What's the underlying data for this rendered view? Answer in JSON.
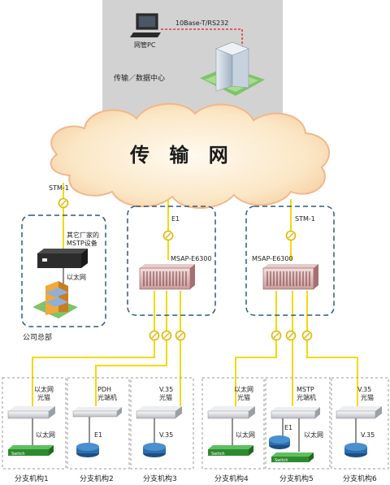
{
  "center": {
    "pc_label": "网管PC",
    "link_label": "10Base-T/RS232",
    "center_label": "传输／数据中心"
  },
  "network": {
    "cloud_label": "传 输 网"
  },
  "hq": {
    "link_label": "STM-1",
    "device_label_line1": "其它厂家的",
    "device_label_line2": "MSTP设备",
    "ethernet_label": "以太网",
    "group_label": "公司总部"
  },
  "msap_left": {
    "link_label": "E1",
    "device_label": "MSAP-E6300"
  },
  "msap_right": {
    "link_label": "STM-1",
    "device_label": "MSAP-E6300"
  },
  "branches": [
    {
      "name": "分支机构1",
      "device_label_line1": "以太网",
      "device_label_line2": "光猫",
      "lower_label": "以太网",
      "lower_label_2": ""
    },
    {
      "name": "分支机构2",
      "device_label_line1": "PDH",
      "device_label_line2": "光端机",
      "lower_label": "E1",
      "lower_label_2": ""
    },
    {
      "name": "分支机构3",
      "device_label_line1": "V.35",
      "device_label_line2": "光猫",
      "lower_label": "V.35",
      "lower_label_2": ""
    },
    {
      "name": "分支机构4",
      "device_label_line1": "以太网",
      "device_label_line2": "光猫",
      "lower_label": "以太网",
      "lower_label_2": ""
    },
    {
      "name": "分支机构5",
      "device_label_line1": "MSTP",
      "device_label_line2": "光端机",
      "lower_label": "E1",
      "lower_label_2": "以太网"
    },
    {
      "name": "分支机构6",
      "device_label_line1": "V.35",
      "device_label_line2": "光猫",
      "lower_label": "V.35",
      "lower_label_2": ""
    }
  ],
  "device_text": {
    "switch": "Switch"
  },
  "colors": {
    "fiber": "#f5d90a",
    "dashed_box": "#2f5a7a",
    "cloud_fill": "#fbe7c6",
    "cloud_stroke": "#f2b78a",
    "center_bg": "#d2d2d2",
    "link_red": "#e02020",
    "router_blue": "#2a6fb0",
    "switch_green": "#3a9a3a"
  }
}
